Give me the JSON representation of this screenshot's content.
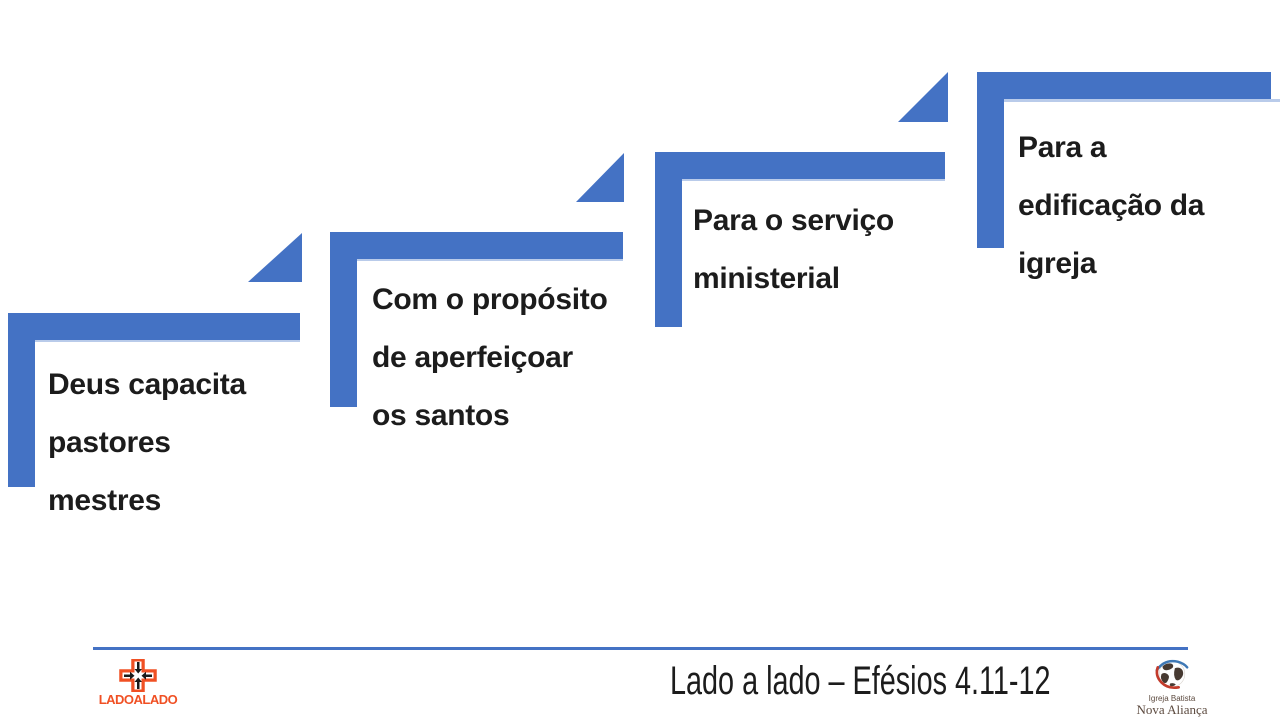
{
  "slide": {
    "type": "presentation-slide-step-diagram",
    "background": "#ffffff",
    "colors": {
      "accent_blue": "#4472C4",
      "light_blue_underline": "#B9CBEA",
      "text": "#1c1c1c",
      "logo_orange": "#F05024",
      "nova_text_brown": "#5C4A3F",
      "globe_blue": "#3E78B5",
      "globe_red": "#C23B2B",
      "continents_brown": "#463931"
    }
  },
  "steps": [
    {
      "label": "Deus capacita pastores mestres",
      "lines": [
        "Deus capacita",
        "pastores",
        "mestres"
      ]
    },
    {
      "label": "Com o propósito de aperfeiçoar os santos",
      "lines": [
        "Com o propósito",
        "de aperfeiçoar",
        "os santos"
      ]
    },
    {
      "label": "Para o serviço ministerial",
      "lines": [
        "Para o serviço",
        "ministerial"
      ]
    },
    {
      "label": "Para a edificação da igreja",
      "lines": [
        "Para a",
        "edificação da",
        "igreja"
      ]
    }
  ],
  "footer": {
    "reference": "Lado a lado – Efésios 4.11-12",
    "left_logo": {
      "text": "LADOALADO"
    },
    "right_logo": {
      "line1": "Igreja Batista",
      "line2": "Nova Aliança"
    }
  }
}
